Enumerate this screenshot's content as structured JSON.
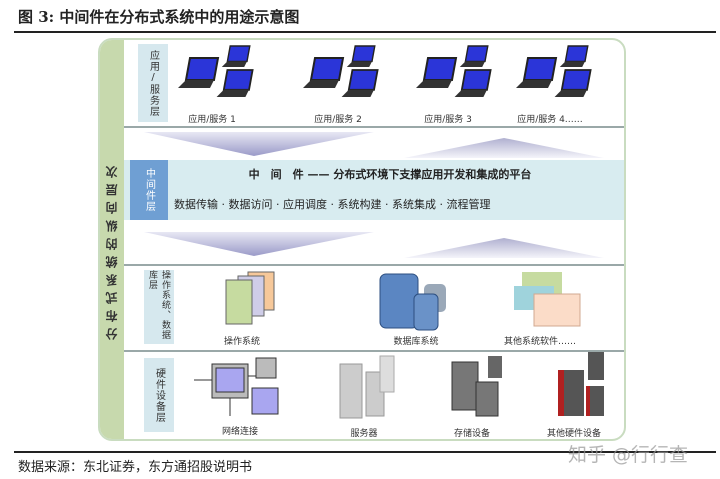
{
  "title": "图 3:  中间件在分布式系统中的用途示意图",
  "side_label": "分布式系统的纵向层次",
  "layers": {
    "app": {
      "label": "应用/服务层",
      "items": [
        "应用/服务 1",
        "应用/服务 2",
        "应用/服务 3",
        "应用/服务 4……"
      ]
    },
    "middleware": {
      "label": "中间件层",
      "title": "中　间　件 —— 分布式环境下支撑应用开发和集成的平台",
      "functions": "数据传输 · 数据访问 · 应用调度 · 系统构建 · 系统集成 · 流程管理"
    },
    "os_db": {
      "label": "操作系统、数据库层",
      "items": [
        "操作系统",
        "数据库系统",
        "其他系统软件……"
      ]
    },
    "hardware": {
      "label": "硬件设备层",
      "items": [
        "网络连接",
        "服务器",
        "存储设备",
        "其他硬件设备"
      ]
    }
  },
  "source": "数据来源：东北证券，东方通招股说明书",
  "watermark": "知乎 @行行查",
  "colors": {
    "side": "#c7d9ad",
    "middleware_label": "#6f9fd3",
    "middleware_band": "#d8ecf0",
    "label_box": "#d6e8ee"
  }
}
